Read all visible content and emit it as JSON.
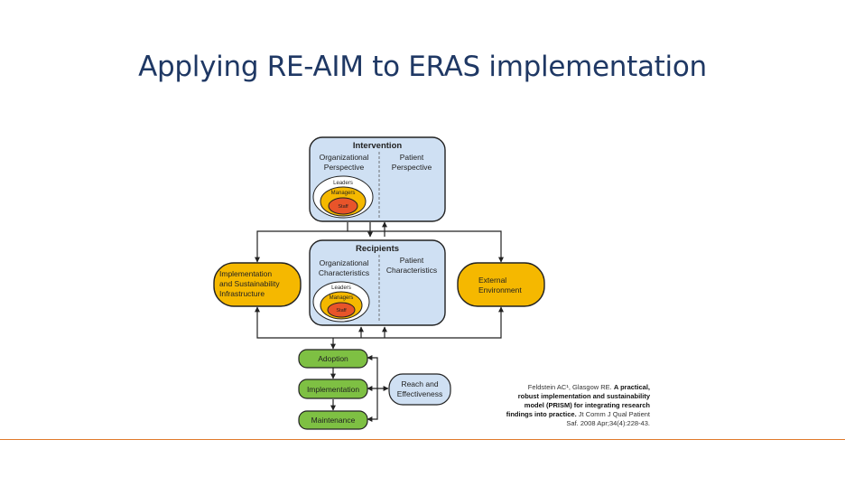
{
  "slide": {
    "title": "Applying RE-AIM to ERAS implementation"
  },
  "diagram": {
    "intervention": {
      "title": "Intervention",
      "org_line1": "Organizational",
      "org_line2": "Perspective",
      "patient_line1": "Patient",
      "patient_line2": "Perspective",
      "leaders": "Leaders",
      "managers": "Managers",
      "staff": "Staff"
    },
    "recipients": {
      "title": "Recipients",
      "org_line1": "Organizational",
      "org_line2": "Characteristics",
      "patient_line1": "Patient",
      "patient_line2": "Characteristics",
      "leaders": "Leaders",
      "managers": "Managers",
      "staff": "Staff"
    },
    "infrastructure": {
      "line1": "Implementation",
      "line2": "and Sustainability",
      "line3": "Infrastructure"
    },
    "external": {
      "line1": "External",
      "line2": "Environment"
    },
    "outcomes": {
      "adoption": "Adoption",
      "implementation": "Implementation",
      "maintenance": "Maintenance",
      "reach_line1": "Reach and",
      "reach_line2": "Effectiveness"
    },
    "colors": {
      "light_blue": "#cfe0f3",
      "gold": "#f5b800",
      "green": "#7ec043",
      "orange_inner": "#f08a24",
      "red_inner": "#e8542a",
      "accent_rule": "#e07a2b",
      "title_blue": "#1f3864"
    }
  },
  "citation": {
    "authors": "Feldstein AC¹, Glasgow RE.",
    "title": "A practical, robust implementation and sustainability model (PRISM) for integrating research findings into practice.",
    "journal": "Jt Comm J Qual Patient Saf. 2008 Apr;34(4):228-43."
  }
}
